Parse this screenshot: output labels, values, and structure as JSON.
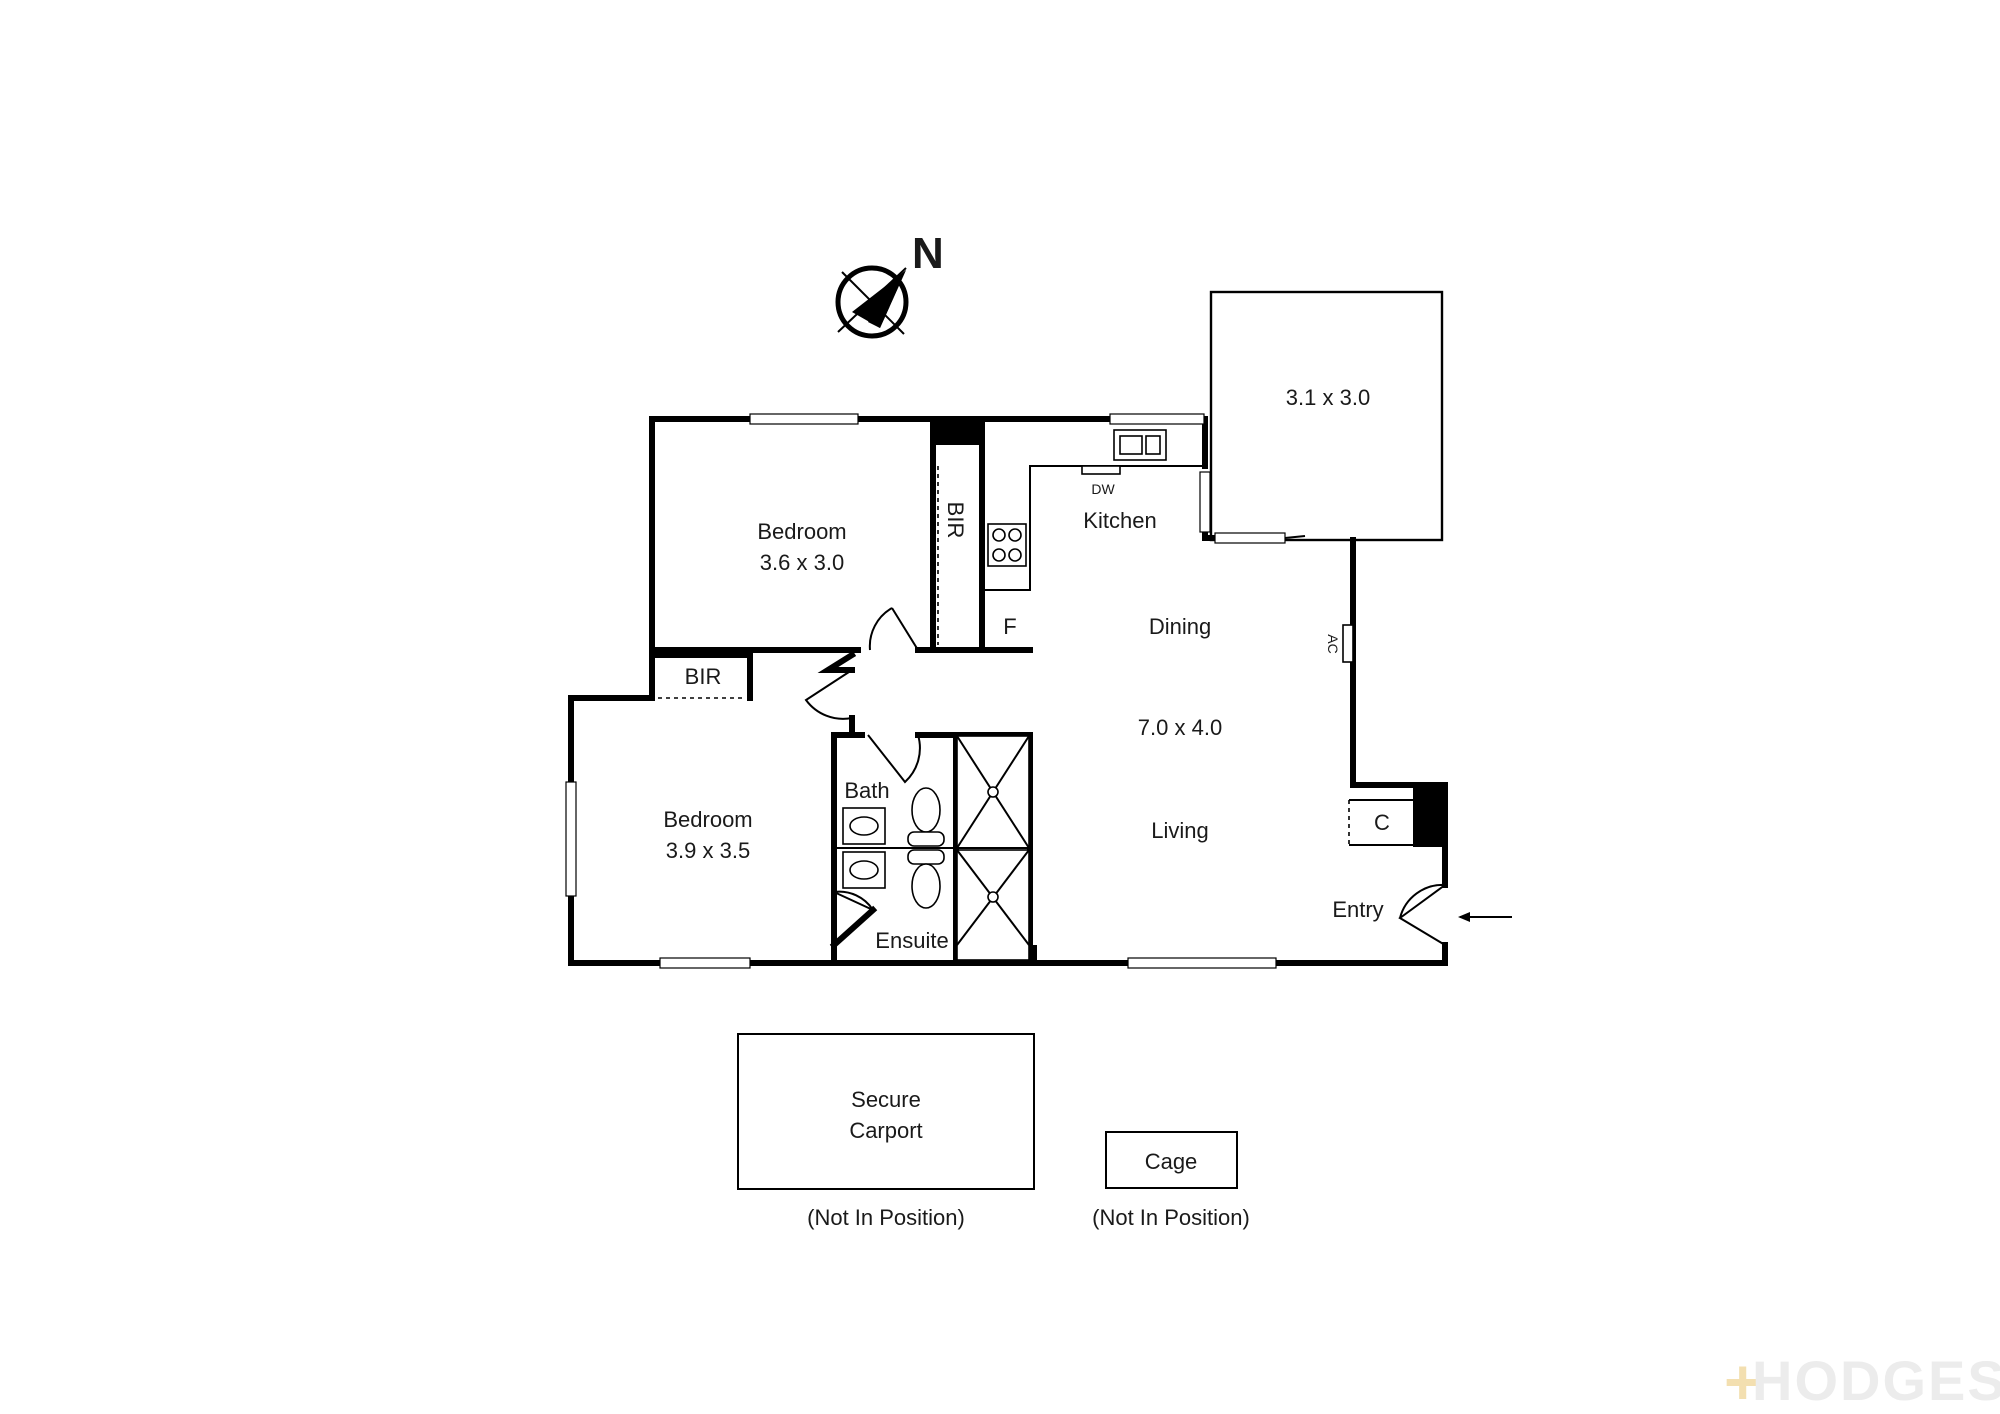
{
  "compass": {
    "label": "N",
    "icon": "north-arrow-icon"
  },
  "rooms": {
    "bedroom_1": {
      "name": "Bedroom",
      "dims": "3.6 x 3.0"
    },
    "bir_1": {
      "name": "BIR"
    },
    "bir_2": {
      "name": "BIR"
    },
    "bedroom_2": {
      "name": "Bedroom",
      "dims": "3.9 x 3.5"
    },
    "kitchen": {
      "name": "Kitchen"
    },
    "dw": {
      "name": "DW"
    },
    "fridge": {
      "name": "F"
    },
    "dining": {
      "name": "Dining"
    },
    "living_dims": {
      "dims": "7.0 x 4.0"
    },
    "living": {
      "name": "Living"
    },
    "balcony": {
      "dims": "3.1 x 3.0"
    },
    "ac": {
      "name": "AC"
    },
    "bath": {
      "name": "Bath"
    },
    "ensuite": {
      "name": "Ensuite"
    },
    "cupboard": {
      "name": "C"
    },
    "entry": {
      "name": "Entry"
    }
  },
  "outbuildings": {
    "carport": {
      "line1": "Secure",
      "line2": "Carport",
      "note": "(Not In Position)"
    },
    "cage": {
      "name": "Cage",
      "note": "(Not In Position)"
    }
  },
  "watermark": {
    "plus": "+",
    "text": "HODGES"
  },
  "colors": {
    "wall": "#000000",
    "watermark": "#ececec",
    "watermark_accent": "#f3dfb0"
  }
}
